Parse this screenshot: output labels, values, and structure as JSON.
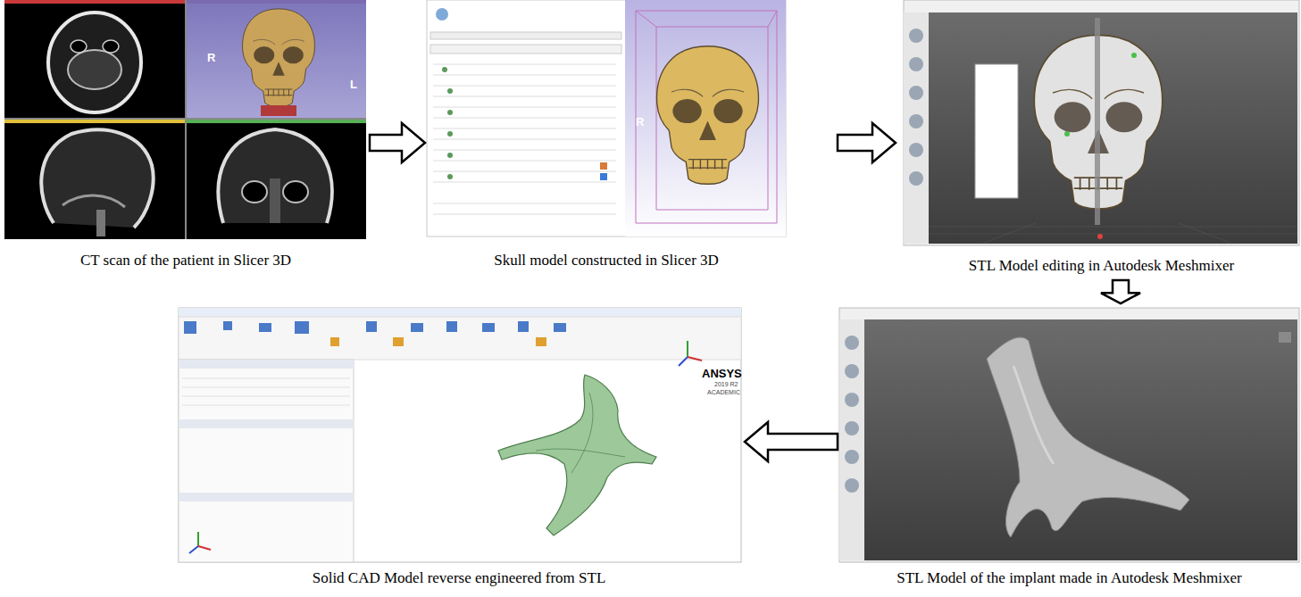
{
  "diagram": {
    "nodes": [
      {
        "text": [
          "CT scan of the patient in Slicer 3D"
        ]
      },
      {
        "text": [
          "Skull model constructed in Slicer 3D"
        ]
      },
      {
        "text": [
          "STL Model editing in Autodesk Meshmixer"
        ]
      },
      {
        "text": [
          "Solid CAD Model reverse engineered from STL"
        ]
      },
      {
        "text": [
          "STL Model of the implant made in Autodesk Meshmixer"
        ]
      }
    ],
    "edges": [
      {
        "from": 0,
        "to": 1,
        "arrow": "to"
      },
      {
        "from": 1,
        "to": 2,
        "arrow": "to"
      },
      {
        "from": 2,
        "to": 4,
        "arrow": "to"
      },
      {
        "from": 4,
        "to": 3,
        "arrow": "to"
      }
    ],
    "labels": [
      "R",
      "L",
      "R",
      "ANSYS",
      "2019 R2",
      "ACADEMIC"
    ]
  }
}
